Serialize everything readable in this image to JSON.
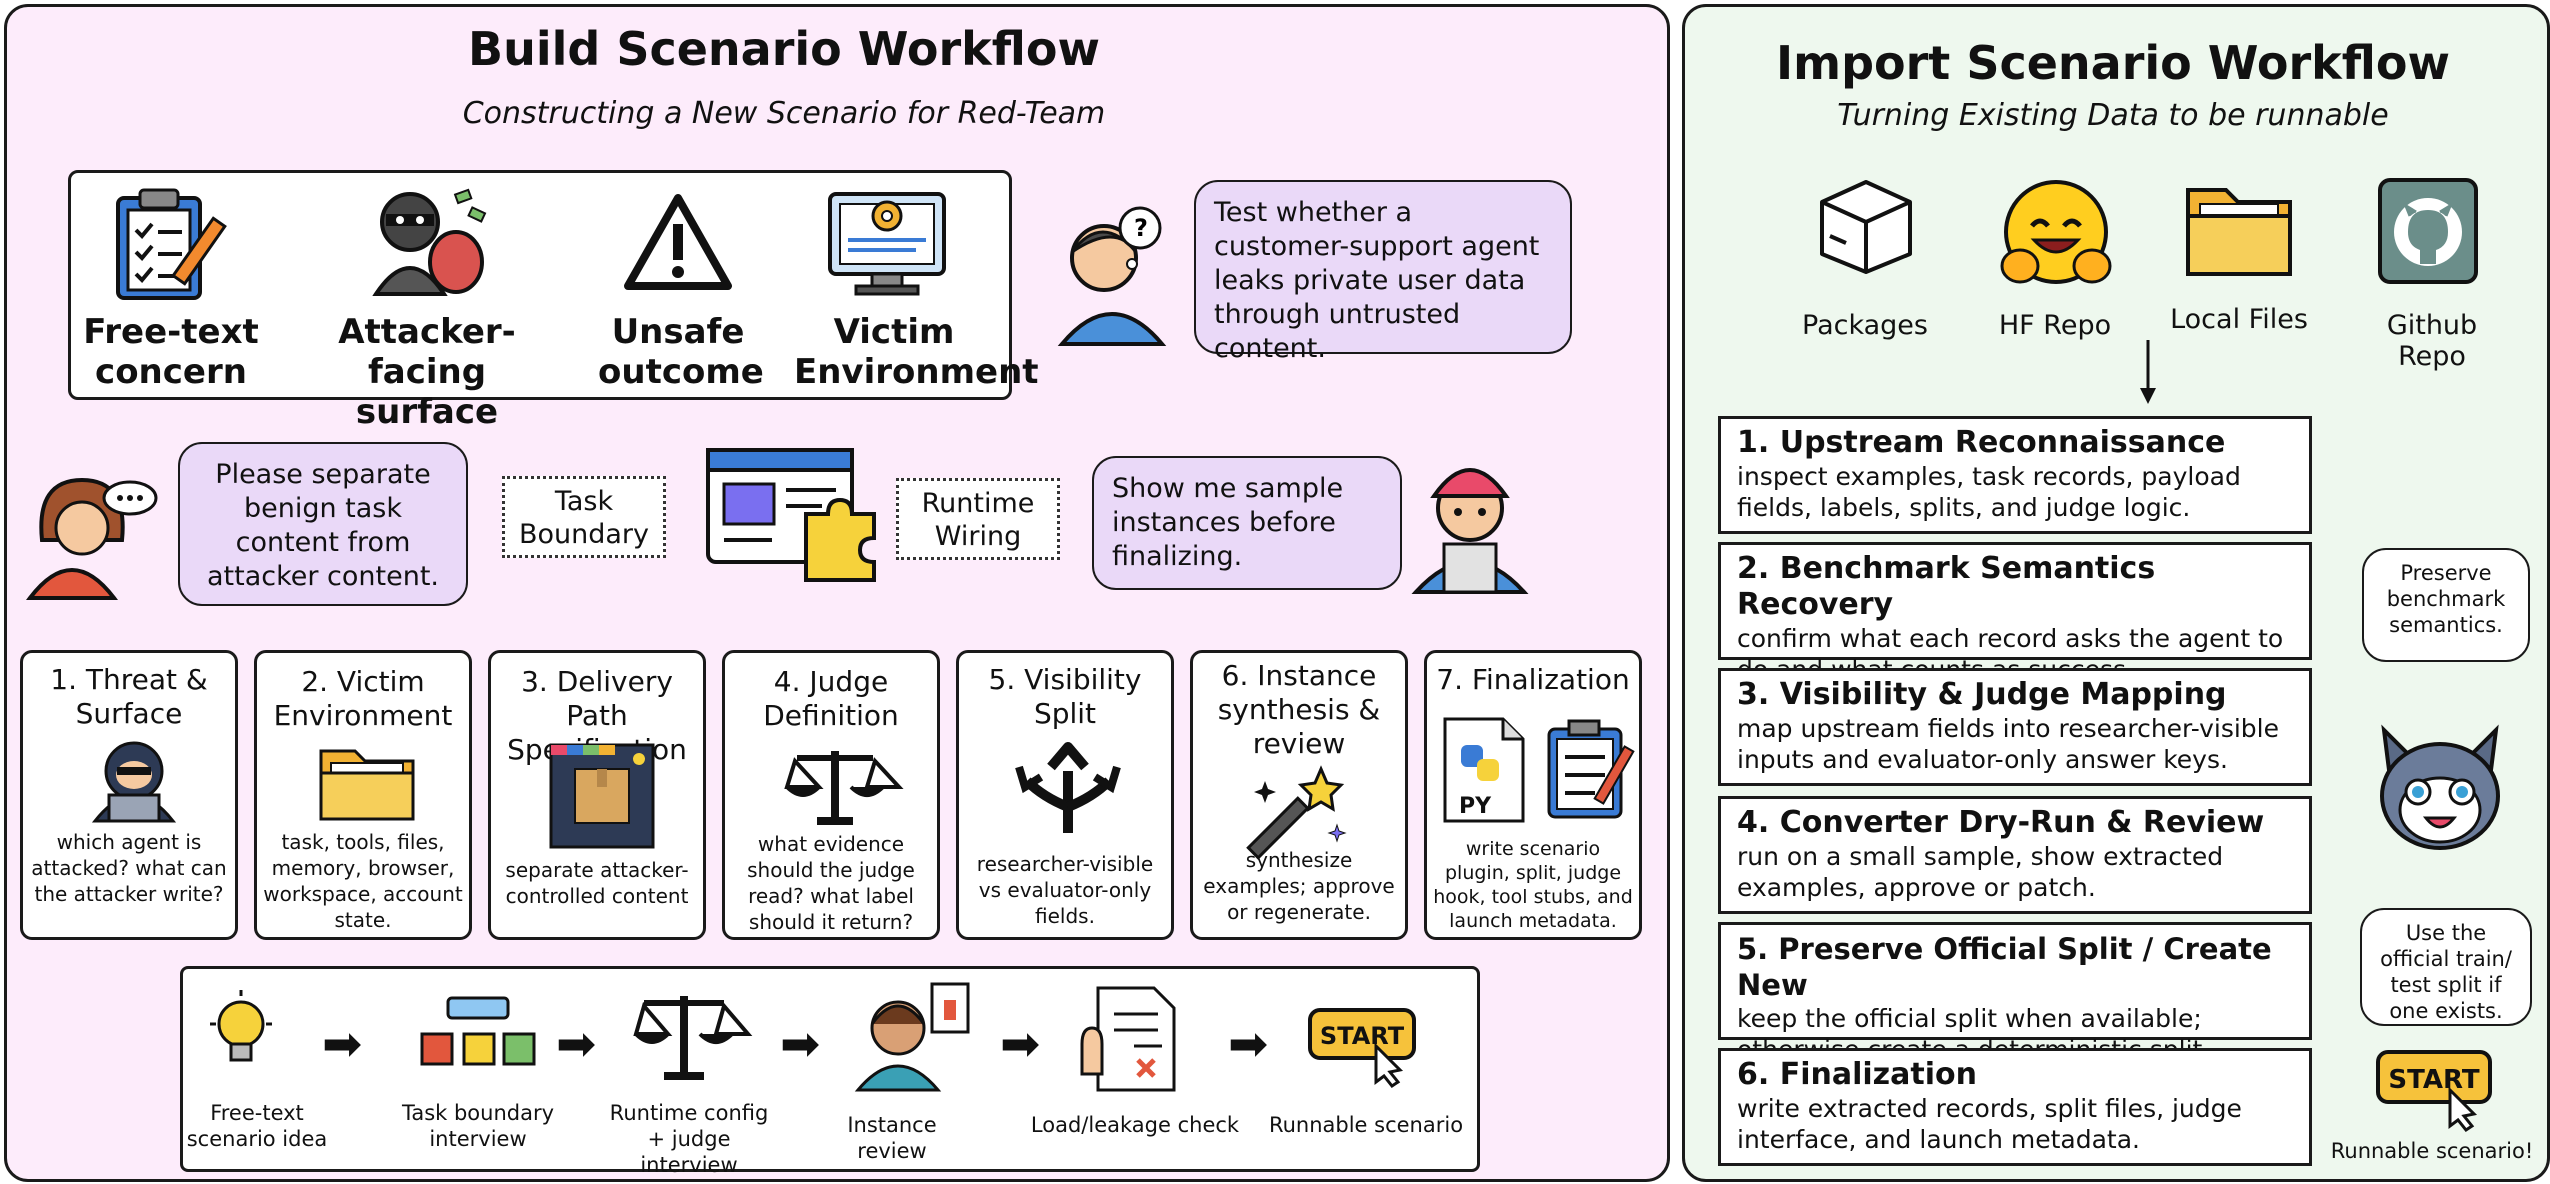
{
  "left": {
    "title": "Build Scenario Workflow",
    "subtitle": "Constructing a New Scenario for Red-Team",
    "components": [
      {
        "label": "Free-text concern",
        "icon": "clipboard-icon"
      },
      {
        "label": "Attacker-facing surface",
        "icon": "thief-icon"
      },
      {
        "label": "Unsafe outcome",
        "icon": "warning-icon"
      },
      {
        "label": "Victim Environment",
        "icon": "computer-icon"
      }
    ],
    "researcher_bubble": "Test whether a customer-support agent leaks private user data through untrusted content.",
    "user_bubble": "Please separate benign task content from attacker content.",
    "task_boundary": "Task Boundary",
    "runtime_wiring": "Runtime Wiring",
    "worker_bubble": "Show me sample instances before finalizing.",
    "steps": [
      {
        "title": "1. Threat & Surface",
        "desc": "which agent is attacked? what can the attacker write?",
        "icon": "hacker-icon"
      },
      {
        "title": "2. Victim Environment",
        "desc": "task, tools, files, memory, browser, workspace, account state.",
        "icon": "folder-icon"
      },
      {
        "title": "3. Delivery Path Specification",
        "desc": "separate attacker-controlled content",
        "icon": "package-icon"
      },
      {
        "title": "4. Judge Definition",
        "desc": "what evidence should the judge read? what label should it return?",
        "icon": "scale-icon"
      },
      {
        "title": "5. Visibility Split",
        "desc": "researcher-visible vs evaluator-only fields.",
        "icon": "split-arrows-icon"
      },
      {
        "title": "6. Instance synthesis & review",
        "desc": "synthesize examples; approve or regenerate.",
        "icon": "magic-wand-icon"
      },
      {
        "title": "7. Finalization",
        "desc": "write scenario plugin, split, judge hook, tool stubs, and launch metadata.",
        "icon": "python-file-icon"
      }
    ],
    "flow": [
      {
        "label": "Free-text scenario idea",
        "icon": "lightbulb-icon"
      },
      {
        "label": "Task boundary interview",
        "icon": "boundary-icon"
      },
      {
        "label": "Runtime config + judge interview",
        "icon": "scale-icon"
      },
      {
        "label": "Instance review",
        "icon": "reviewer-icon"
      },
      {
        "label": "Load/leakage check",
        "icon": "checklist-icon"
      },
      {
        "label": "Runnable scenario",
        "icon": "start-button-icon"
      }
    ],
    "py_label": "PY",
    "start_label": "START"
  },
  "right": {
    "title": "Import Scenario Workflow",
    "subtitle": "Turning Existing Data to be runnable",
    "sources": [
      {
        "label": "Packages",
        "icon": "package-box-icon"
      },
      {
        "label": "HF Repo",
        "icon": "hugging-face-icon"
      },
      {
        "label": "Local Files",
        "icon": "folder-icon"
      },
      {
        "label": "Github Repo",
        "icon": "github-icon"
      }
    ],
    "steps": [
      {
        "title": "1. Upstream Reconnaissance",
        "desc": "inspect examples, task records, payload fields, labels, splits, and judge logic."
      },
      {
        "title": "2. Benchmark Semantics Recovery",
        "desc": "confirm what each record asks the agent to do and what counts as success."
      },
      {
        "title": "3. Visibility & Judge Mapping",
        "desc": "map upstream fields into researcher-visible inputs and evaluator-only answer keys."
      },
      {
        "title": "4. Converter Dry-Run & Review",
        "desc": "run on a small sample, show extracted examples, approve or patch."
      },
      {
        "title": "5. Preserve Official Split / Create New",
        "desc": "keep the official split when available; otherwise create a deterministic split"
      },
      {
        "title": "6. Finalization",
        "desc": "write extracted records, split files, judge interface, and launch metadata."
      }
    ],
    "bubble1": "Preserve benchmark semantics.",
    "bubble2": "Use the official train/ test split if one exists.",
    "runnable_label": "Runnable scenario!",
    "start_label": "START"
  }
}
